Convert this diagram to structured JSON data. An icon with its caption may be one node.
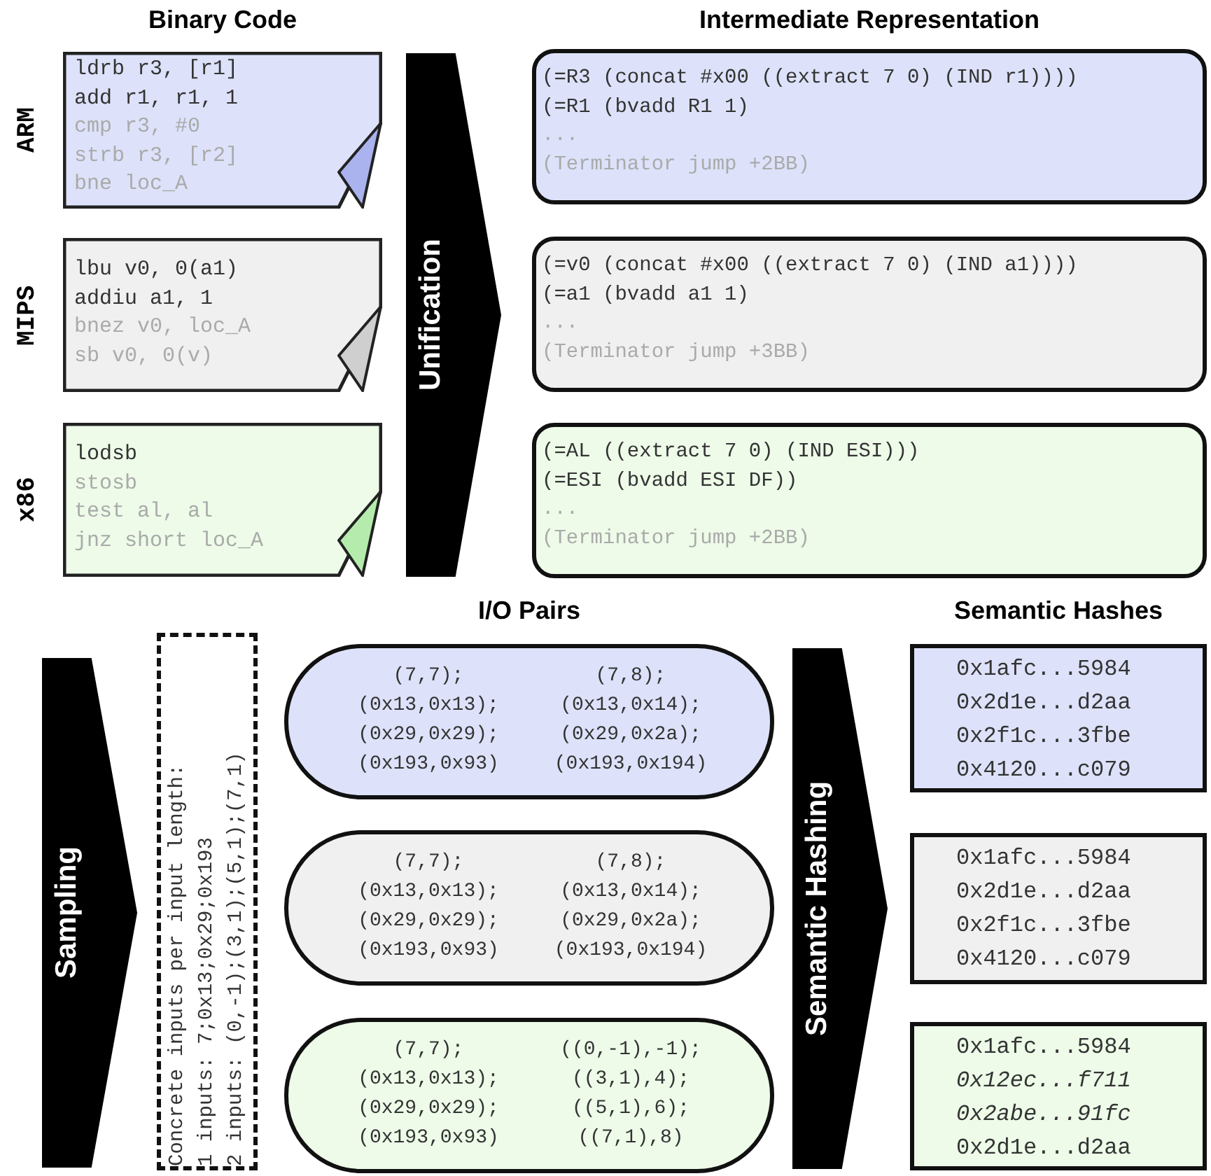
{
  "diagram": {
    "nodes": [
      {
        "text": [
          "ldrb r3, [r1]",
          "add r1, r1, 1",
          "cmp r3, #0",
          "strb r3, [r2]",
          "bne loc_A"
        ],
        "beside": [
          "ARM"
        ]
      },
      {
        "text": [
          "lbu v0, 0(a1)",
          "addiu a1, 1",
          "bnez v0, loc_A",
          "sb v0, 0(v)"
        ],
        "beside": [
          "MIPS"
        ]
      },
      {
        "text": [
          "lodsb",
          "stosb",
          "test al, al",
          "jnz short loc_A"
        ],
        "beside": [
          "x86"
        ]
      },
      {
        "text": [
          "Unification"
        ]
      },
      {
        "text": [
          "(=R3 (concat #x00 ((extract 7 0) (IND r1))))",
          "(=R1 (bvadd R1 1)",
          "...",
          "(Terminator jump +2BB)"
        ]
      },
      {
        "text": [
          "(=v0 (concat #x00 ((extract 7 0) (IND a1))))",
          "(=a1 (bvadd a1 1)",
          "...",
          "(Terminator jump +3BB)"
        ]
      },
      {
        "text": [
          "(=AL ((extract 7 0) (IND ESI)))",
          "(=ESI (bvadd ESI DF))",
          "...",
          "(Terminator jump +2BB)"
        ]
      },
      {
        "text": [
          "Sampling"
        ]
      },
      {
        "text": [
          "Concrete inputs per input length:",
          "1 inputs: 7;0x13;0x29;0x193",
          "2 inputs: (0,-1);(3,1);(5,1);(7,1)"
        ]
      },
      {
        "text": [
          "(7,7);",
          "(7,8);",
          "(0x13,0x13);",
          "(0x13,0x14);",
          "(0x29,0x29);",
          "(0x29,0x2a);",
          "(0x193,0x93)",
          "(0x193,0x194)"
        ]
      },
      {
        "text": [
          "(7,7);",
          "(7,8);",
          "(0x13,0x13);",
          "(0x13,0x14);",
          "(0x29,0x29);",
          "(0x29,0x2a);",
          "(0x193,0x93)",
          "(0x193,0x194)"
        ]
      },
      {
        "text": [
          "(7,7);",
          "((0,-1),-1);",
          "(0x13,0x13);",
          "((3,1),4);",
          "(0x29,0x29);",
          "((5,1),6);",
          "(0x193,0x93)",
          "((7,1),8)"
        ]
      },
      {
        "text": [
          "Semantic Hashing"
        ]
      },
      {
        "text": [
          "0x1afc...5984",
          "0x2d1e...d2aa",
          "0x2f1c...3fbe",
          "0x4120...c079"
        ]
      },
      {
        "text": [
          "0x1afc...5984",
          "0x2d1e...d2aa",
          "0x2f1c...3fbe",
          "0x4120...c079"
        ]
      },
      {
        "text": [
          "0x1afc...5984",
          "0x12ec...f711",
          "0x2abe...91fc",
          "0x2d1e...d2aa"
        ]
      }
    ],
    "labels": [
      "Binary Code",
      "Intermediate Representation",
      "I/O Pairs",
      "Semantic Hashes"
    ]
  }
}
